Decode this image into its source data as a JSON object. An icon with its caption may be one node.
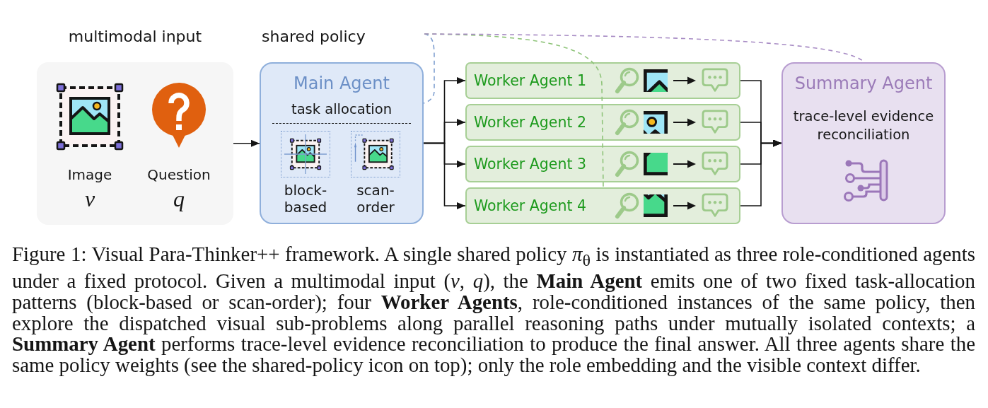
{
  "diagram": {
    "nodes": [
      {
        "text": [
          "multimodal input"
        ]
      },
      {
        "text": [
          "Image",
          "v"
        ],
        "in": 0
      },
      {
        "text": [
          "Question",
          "q"
        ],
        "in": 0
      },
      {
        "text": [
          "Main Agent",
          "task allocation"
        ]
      },
      {
        "text": [
          "block- based"
        ],
        "in": 3
      },
      {
        "text": [
          "scan- order"
        ],
        "in": 3
      },
      {
        "text": [
          "Worker Agent 1"
        ]
      },
      {
        "text": [
          "Worker Agent 2"
        ]
      },
      {
        "text": [
          "Worker Agent 3"
        ]
      },
      {
        "text": [
          "Worker Agent 4"
        ]
      },
      {
        "text": [
          "Summary Agent",
          "trace-level evidence reconciliation"
        ]
      }
    ],
    "edges": [
      {
        "from": 0,
        "to": 3,
        "arrow": "to"
      },
      {
        "from": 3,
        "to": 6,
        "arrow": "to"
      },
      {
        "from": 3,
        "to": 7,
        "arrow": "to"
      },
      {
        "from": 3,
        "to": 8,
        "arrow": "to"
      },
      {
        "from": 3,
        "to": 9,
        "arrow": "to"
      },
      {
        "from": 6,
        "to": 10,
        "arrow": "to"
      },
      {
        "from": 7,
        "to": 10,
        "arrow": "to"
      },
      {
        "from": 8,
        "to": 10,
        "arrow": "to"
      },
      {
        "from": 9,
        "to": 10,
        "arrow": "to"
      },
      {
        "from": null,
        "to": 3,
        "arrow": "none",
        "style": "dashed",
        "color": "#7f9fd0"
      },
      {
        "from": null,
        "to": 9,
        "arrow": "none",
        "style": "dashed",
        "color": "#8fc47a"
      },
      {
        "from": null,
        "to": 10,
        "arrow": "none",
        "style": "dashed",
        "color": "#a78bc4"
      }
    ],
    "labels": [
      "shared policy"
    ],
    "caption": "Figure 1: Visual Para-Thinker++ framework. A single shared policy *π*$_{θ}$ is instantiated as three role-conditioned agents under a fixed protocol. Given a multimodal input (*v*, *q*), the **Main Agent** emits one of two fixed task-allocation patterns (block-based or scan-order); four **Worker Agents**, role-conditioned instances of the same policy, then explore the dispatched visual sub-problems along parallel reasoning paths under mutually isolated contexts; a **Summary Agent** performs trace-level evidence reconciliation to produce the final answer. All three agents share the same policy weights (see the shared-policy icon on top); only the role embedding and the visible context differ."
  }
}
